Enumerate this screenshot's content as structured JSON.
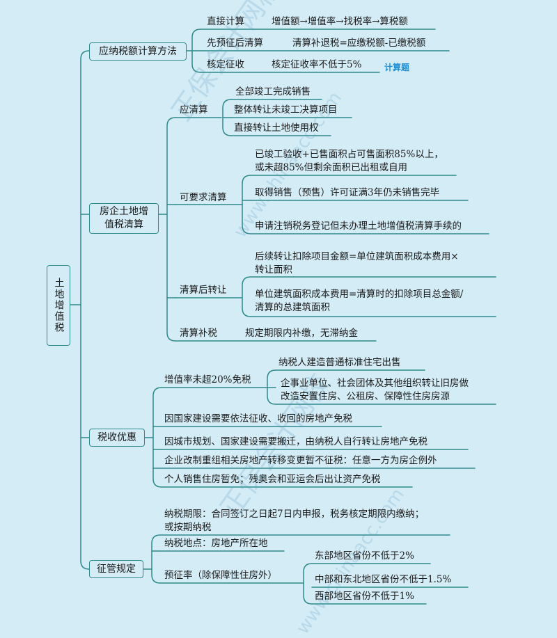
{
  "root": {
    "label": "土地增值税"
  },
  "branch1": {
    "label": "应纳税额计算方法",
    "tag": "计算题",
    "items": [
      {
        "label": "直接计算",
        "detail": "增值额→增值率→找税率→算税额"
      },
      {
        "label": "先预征后清算",
        "detail": "清算补退税=应缴税额-已缴税额"
      },
      {
        "label": "核定征收",
        "detail": "核定征收率不低于5%"
      }
    ]
  },
  "branch2": {
    "label": "房企土地增值税清算",
    "a": {
      "label": "应清算",
      "items": [
        "全部竣工完成销售",
        "整体转让未竣工决算项目",
        "直接转让土地使用权"
      ]
    },
    "b": {
      "label": "可要求清算",
      "items": [
        "已竣工验收+已售面积占可售面积85%以上，",
        "或未超85%但剩余面积已出租或自用",
        "取得销售（预售）许可证满3年仍未销售完毕",
        "申请注销税务登记但未办理土地增值税清算手续的"
      ]
    },
    "c": {
      "label": "清算后转让",
      "items": [
        "后续转让扣除项目金额=单位建筑面积成本费用×",
        "转让面积",
        "单位建筑面积成本费用=清算时的扣除项目总金额/",
        "清算的总建筑面积"
      ]
    },
    "d": {
      "label": "清算补税",
      "detail": "规定期限内补缴，无滞纳金"
    }
  },
  "branch3": {
    "label": "税收优惠",
    "a": {
      "label": "增值率未超20%免税",
      "items": [
        "纳税人建造普通标准住宅出售",
        "企事业单位、社会团体及其他组织转让旧房做",
        "改造安置住房、公租房、保障性住房房源"
      ]
    },
    "items": [
      "因国家建设需要依法征收、收回的房地产免税",
      "因城市规划、国家建设需要搬迁，由纳税人自行转让房地产免税",
      "企业改制重组相关房地产转移变更暂不征税：任意一方为房企例外",
      "个人销售住房暂免；残奥会和亚运会后出让资产免税"
    ]
  },
  "branch4": {
    "label": "征管规定",
    "period": [
      "纳税期限：合同签订之日起7日内申报，税务核定期限内缴纳；",
      "或按期纳税"
    ],
    "place": "纳税地点：房地产所在地",
    "prepay": {
      "label": "预征率（除保障性住房外）",
      "items": [
        "东部地区省份不低于2%",
        "中部和东北地区省份不低于1.5%",
        "西部地区省份不低于1%"
      ]
    }
  },
  "watermark": {
    "text1": "正保会计网校",
    "text2": "www.chinaacc.com"
  },
  "colors": {
    "background": "#d3ecf5",
    "line": "#2c8a8a",
    "tag": "#1e8fd6"
  }
}
